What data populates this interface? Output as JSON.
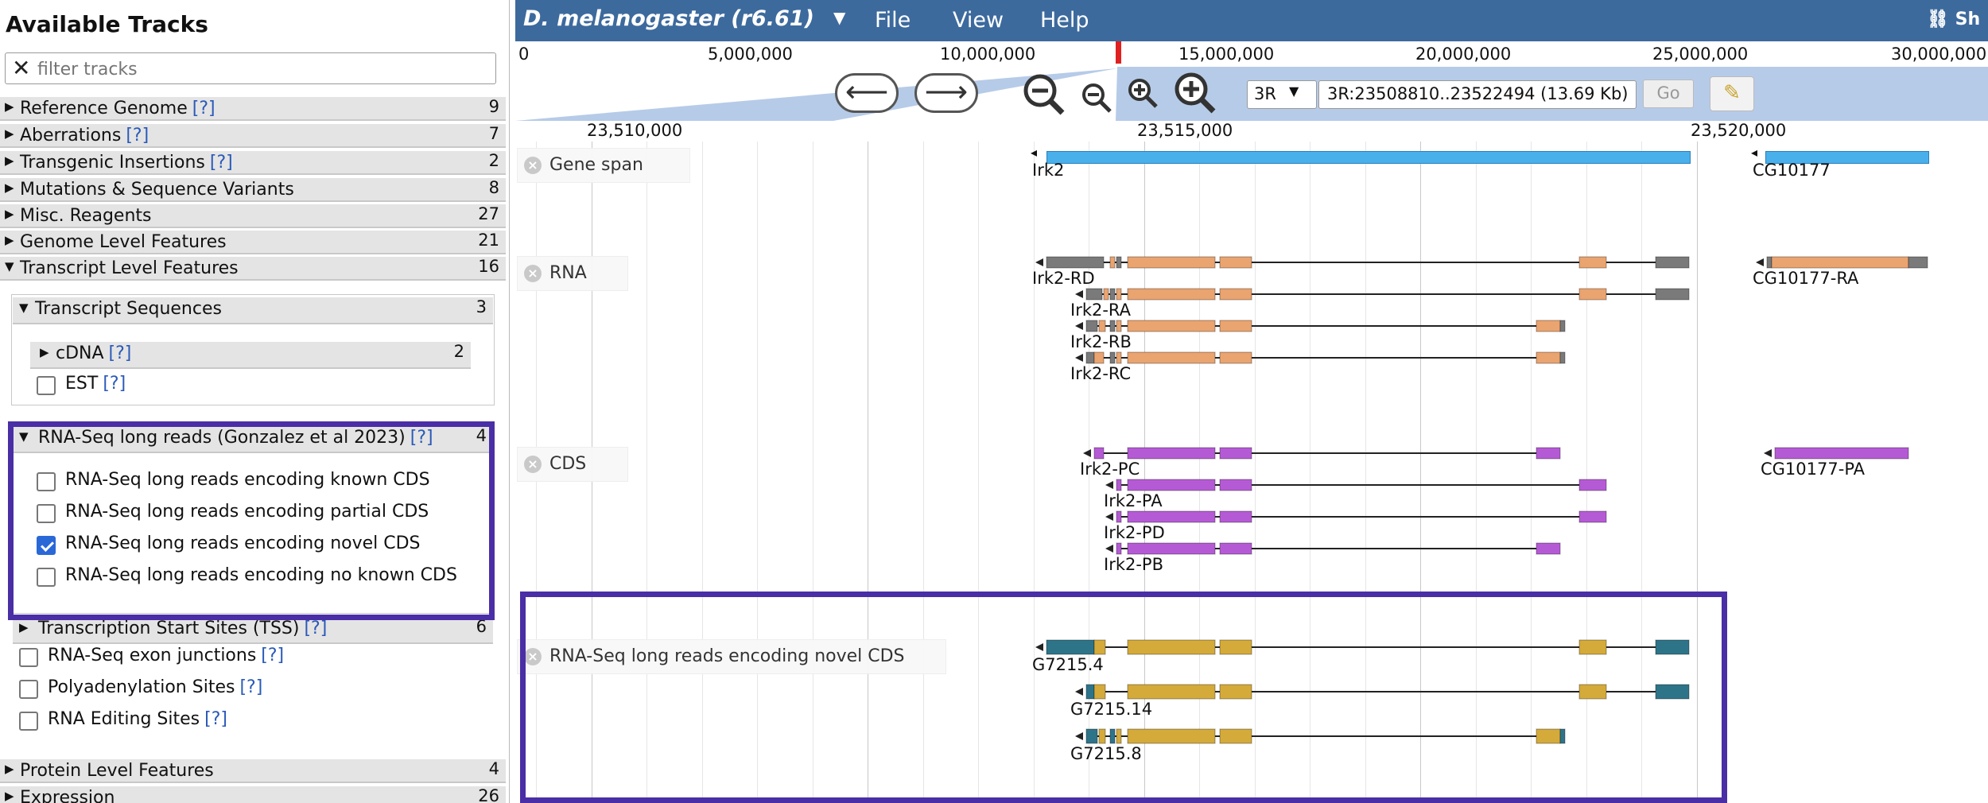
{
  "left_panel": {
    "title": "Available Tracks",
    "filter_placeholder": "filter tracks",
    "categories": [
      {
        "label": "Reference Genome",
        "help": "[?]",
        "count": "9"
      },
      {
        "label": "Aberrations",
        "help": "[?]",
        "count": "7"
      },
      {
        "label": "Transgenic Insertions",
        "help": "[?]",
        "count": "2"
      },
      {
        "label": "Mutations & Sequence Variants",
        "help": "",
        "count": "8"
      },
      {
        "label": "Misc. Reagents",
        "help": "",
        "count": "27"
      },
      {
        "label": "Genome Level Features",
        "help": "",
        "count": "21"
      },
      {
        "label": "Transcript Level Features",
        "help": "",
        "count": "16"
      }
    ],
    "transcript_sequences": {
      "label": "Transcript Sequences",
      "count": "3"
    },
    "cdna": {
      "label": "cDNA",
      "help": "[?]",
      "count": "2"
    },
    "est": {
      "label": "EST",
      "help": "[?]"
    },
    "rnaseq_group": {
      "label": "RNA-Seq long reads (Gonzalez et al 2023)",
      "help": "[?]",
      "count": "4"
    },
    "rnaseq_items": [
      {
        "label": "RNA-Seq long reads encoding known CDS",
        "checked": false
      },
      {
        "label": "RNA-Seq long reads encoding partial CDS",
        "checked": false
      },
      {
        "label": "RNA-Seq long reads encoding novel CDS",
        "checked": true
      },
      {
        "label": "RNA-Seq long reads encoding no known CDS",
        "checked": false
      }
    ],
    "tss": {
      "label": "Transcription Start Sites (TSS)",
      "help": "[?]",
      "count": "6"
    },
    "other_items": [
      {
        "label": "RNA-Seq exon junctions",
        "help": "[?]"
      },
      {
        "label": "Polyadenylation Sites",
        "help": "[?]"
      },
      {
        "label": "RNA Editing Sites",
        "help": "[?]"
      }
    ],
    "bottom_categories": [
      {
        "label": "Protein Level Features",
        "count": "4"
      },
      {
        "label": "Expression",
        "count": "26"
      }
    ]
  },
  "menubar": {
    "title": "D. melanogaster (r6.61)",
    "menus": [
      "File",
      "View",
      "Help"
    ],
    "share": "Sh"
  },
  "overview_ruler": {
    "ticks": [
      "0",
      "5,000,000",
      "10,000,000",
      "15,000,000",
      "20,000,000",
      "25,000,000",
      "30,000,000"
    ]
  },
  "navigation": {
    "chromosome": "3R",
    "location": "3R:23508810..23522494 (13.69 Kb)",
    "go": "Go"
  },
  "detail_scale": {
    "ticks": [
      "23,510,000",
      "23,515,000",
      "23,520,000"
    ]
  },
  "tracks": [
    {
      "label": "Gene span",
      "features": [
        "Irk2",
        "CG10177"
      ]
    },
    {
      "label": "RNA",
      "features": [
        "Irk2-RD",
        "Irk2-RA",
        "Irk2-RB",
        "Irk2-RC",
        "CG10177-RA"
      ]
    },
    {
      "label": "CDS",
      "features": [
        "Irk2-PC",
        "Irk2-PA",
        "Irk2-PD",
        "Irk2-PB",
        "CG10177-PA"
      ]
    },
    {
      "label": "RNA-Seq long reads encoding novel CDS",
      "features": [
        "G7215.4",
        "G7215.14",
        "G7215.8"
      ]
    }
  ],
  "colors": {
    "menubar": "#3d6a9d",
    "gene_span": "#49b0ec",
    "rna_exon": "#eaa470",
    "utr": "#7a7a7a",
    "cds_exon": "#b55ad5",
    "novel_cds": "#d4aa3a",
    "novel_utr": "#2e7489",
    "highlight_box": "#4a2ea6"
  },
  "icons": {
    "clear": "x-icon",
    "back": "left-arrow-icon",
    "forward": "right-arrow-icon",
    "zoom_out_big": "zoom-out-icon",
    "zoom_out_small": "zoom-out-small-icon",
    "zoom_in_small": "zoom-in-small-icon",
    "zoom_in_big": "zoom-in-icon",
    "highlight": "highlighter-icon",
    "close_track": "close-circle-icon"
  }
}
